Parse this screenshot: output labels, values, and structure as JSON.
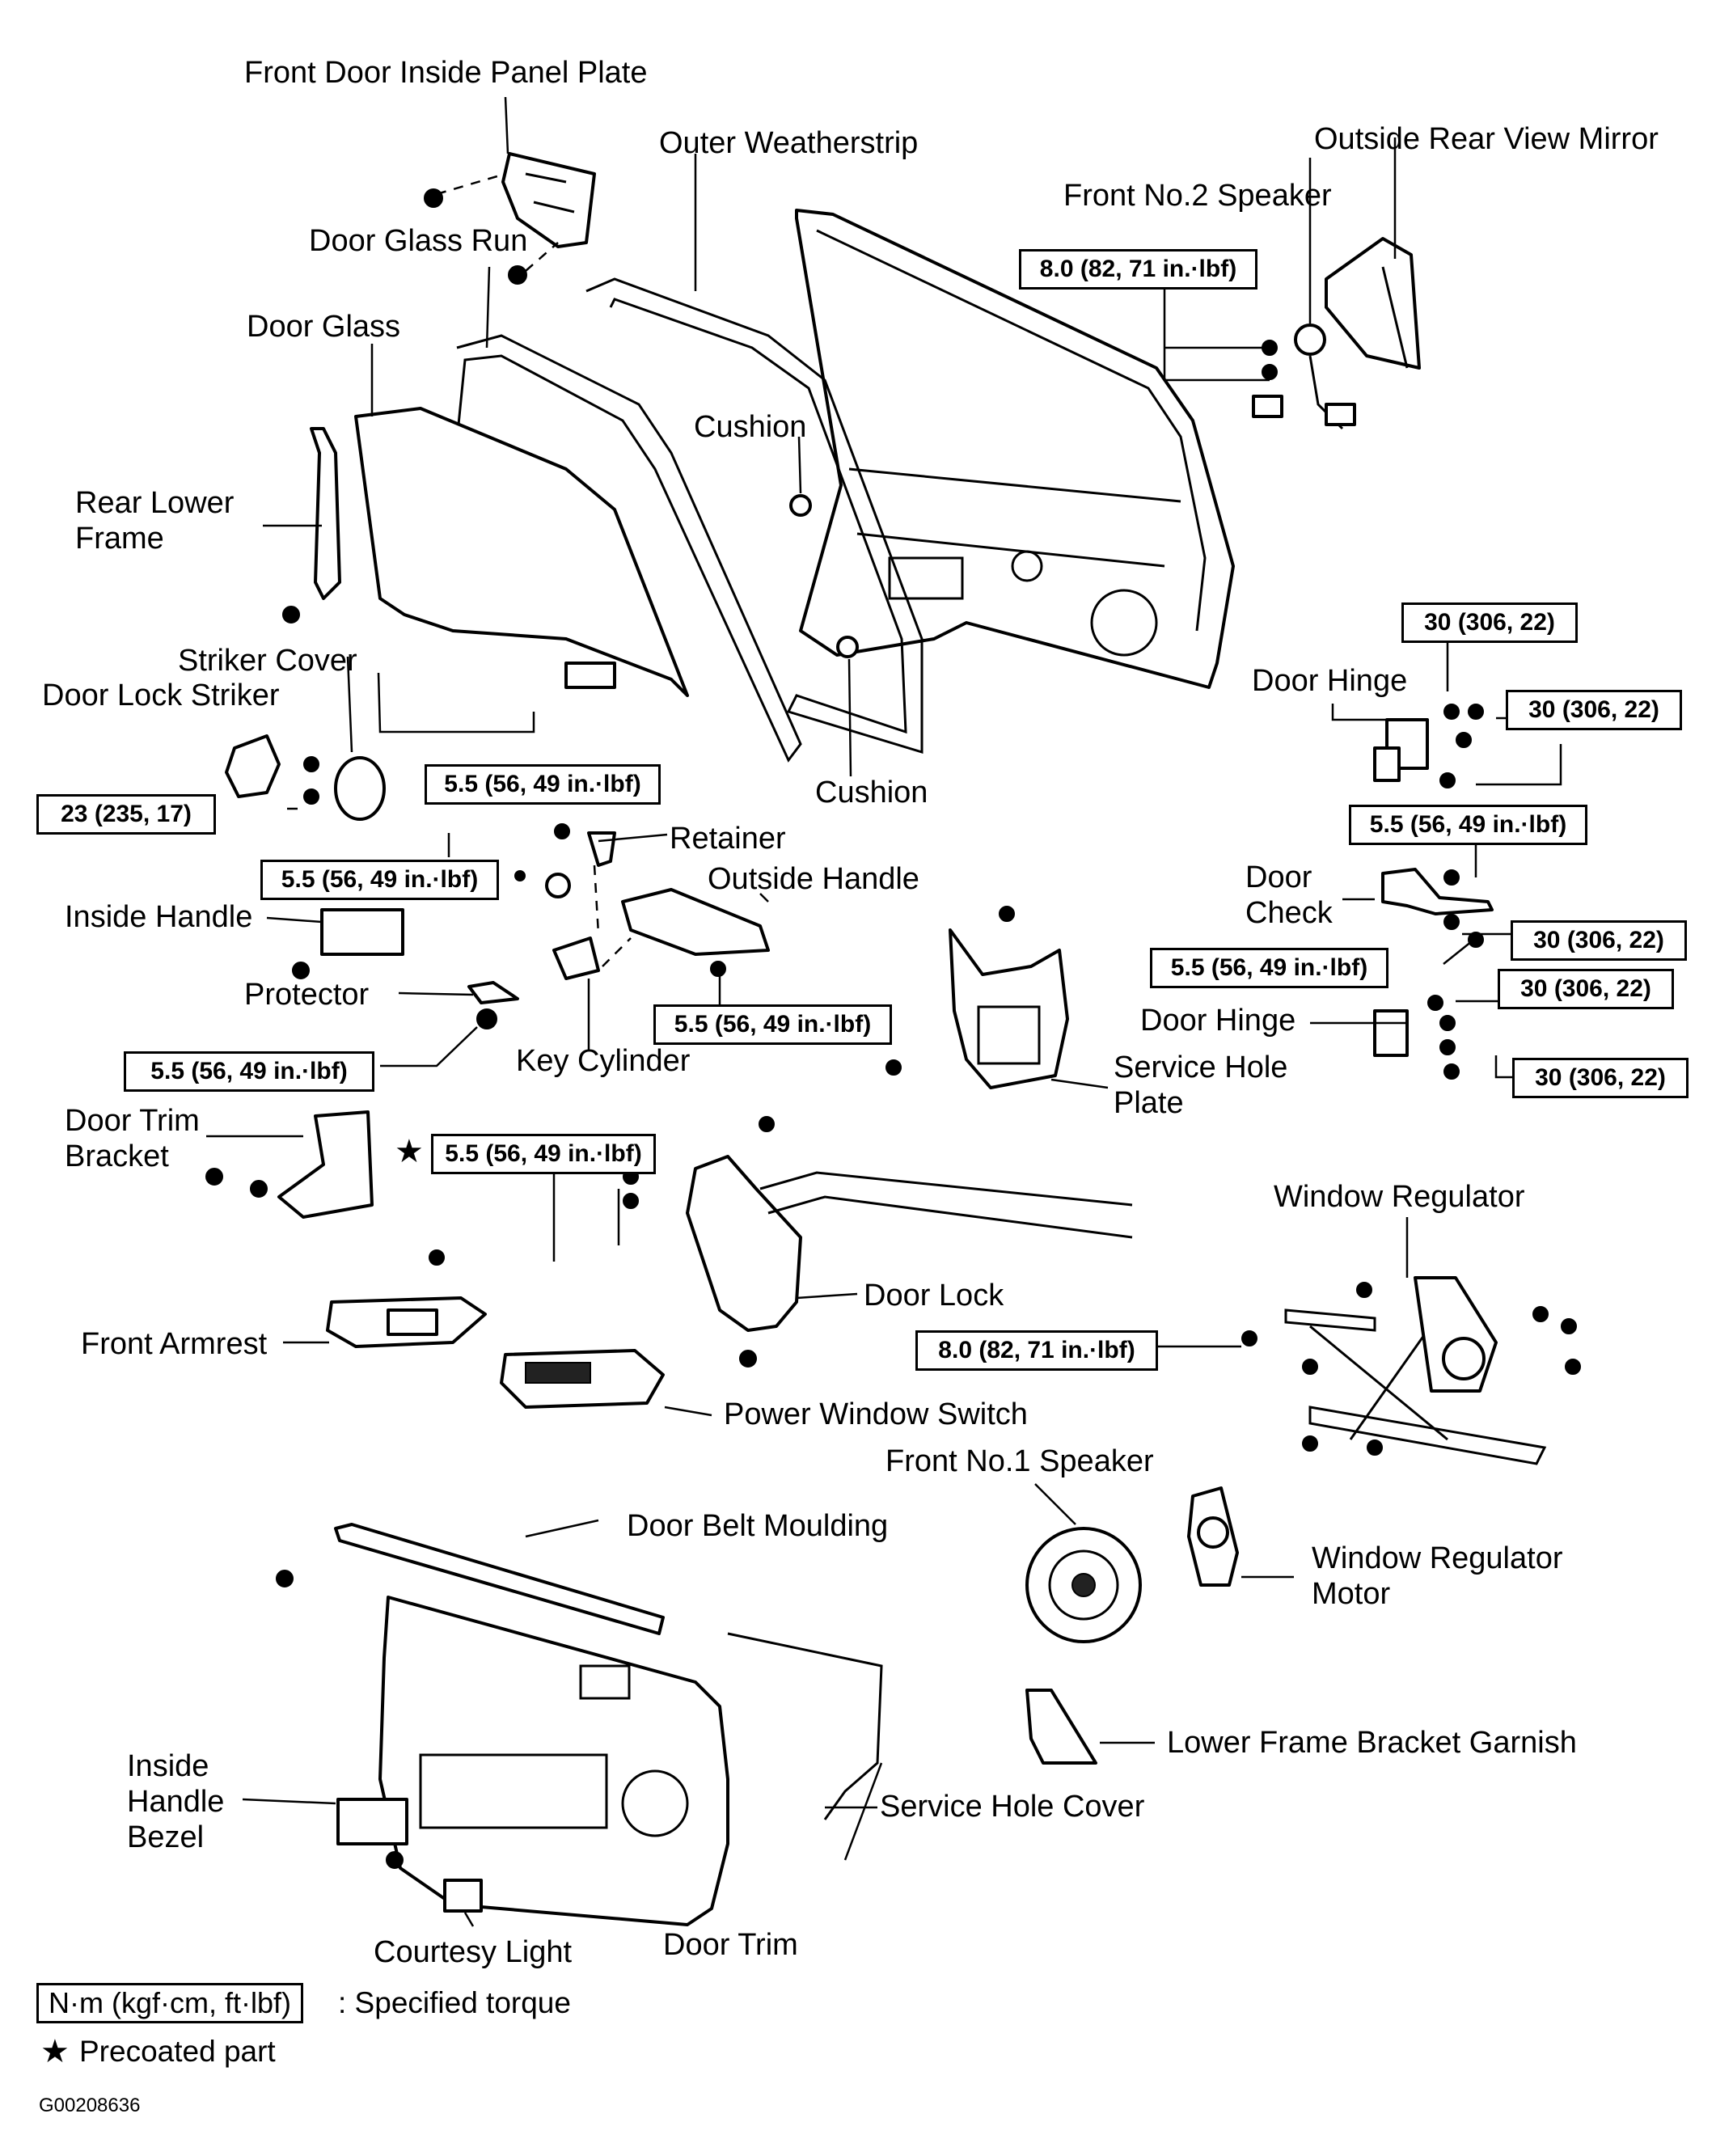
{
  "parts": {
    "front_door_inside_panel_plate": "Front Door Inside Panel Plate",
    "outer_weatherstrip": "Outer Weatherstrip",
    "outside_rear_view_mirror": "Outside Rear View Mirror",
    "front_no2_speaker": "Front No.2 Speaker",
    "door_glass_run": "Door Glass Run",
    "door_glass": "Door Glass",
    "cushion_upper": "Cushion",
    "cushion_lower": "Cushion",
    "rear_lower_frame": "Rear Lower\nFrame",
    "striker_cover": "Striker Cover",
    "door_lock_striker": "Door Lock Striker",
    "door_hinge_upper": "Door Hinge",
    "retainer": "Retainer",
    "outside_handle": "Outside Handle",
    "inside_handle": "Inside Handle",
    "door_check": "Door\nCheck",
    "protector": "Protector",
    "key_cylinder": "Key Cylinder",
    "door_hinge_lower": "Door Hinge",
    "service_hole_plate": "Service Hole\nPlate",
    "door_trim_bracket": "Door Trim\nBracket",
    "window_regulator": "Window Regulator",
    "door_lock": "Door Lock",
    "front_armrest": "Front Armrest",
    "power_window_switch": "Power Window Switch",
    "front_no1_speaker": "Front No.1 Speaker",
    "door_belt_moulding": "Door Belt Moulding",
    "window_regulator_motor": "Window Regulator\nMotor",
    "lower_frame_bracket_garnish": "Lower Frame Bracket Garnish",
    "inside_handle_bezel": "Inside\nHandle\nBezel",
    "service_hole_cover": "Service Hole Cover",
    "courtesy_light": "Courtesy Light",
    "door_trim": "Door Trim"
  },
  "torque": {
    "mirror": "8.0 (82, 71 in.·lbf)",
    "hinge_upper_a": "30 (306, 22)",
    "hinge_upper_b": "30 (306, 22)",
    "glass_bolts": "5.5 (56, 49 in.·lbf)",
    "striker": "23 (235, 17)",
    "check_upper": "5.5 (56, 49 in.·lbf)",
    "retainer": "5.5 (56, 49 in.·lbf)",
    "check_lower": "5.5 (56, 49 in.·lbf)",
    "check_body": "30 (306, 22)",
    "hinge_lower_a": "30 (306, 22)",
    "outside_handle": "5.5 (56, 49 in.·lbf)",
    "protector": "5.5 (56, 49 in.·lbf)",
    "hinge_lower_b": "30 (306, 22)",
    "door_lock": "5.5 (56, 49 in.·lbf)",
    "regulator": "8.0 (82, 71 in.·lbf)"
  },
  "legend": {
    "unit_box": "N·m (kgf·cm, ft·lbf)",
    "unit_text": ": Specified torque",
    "star_symbol": "★",
    "star_text": "Precoated part"
  },
  "figure_code": "G00208636"
}
